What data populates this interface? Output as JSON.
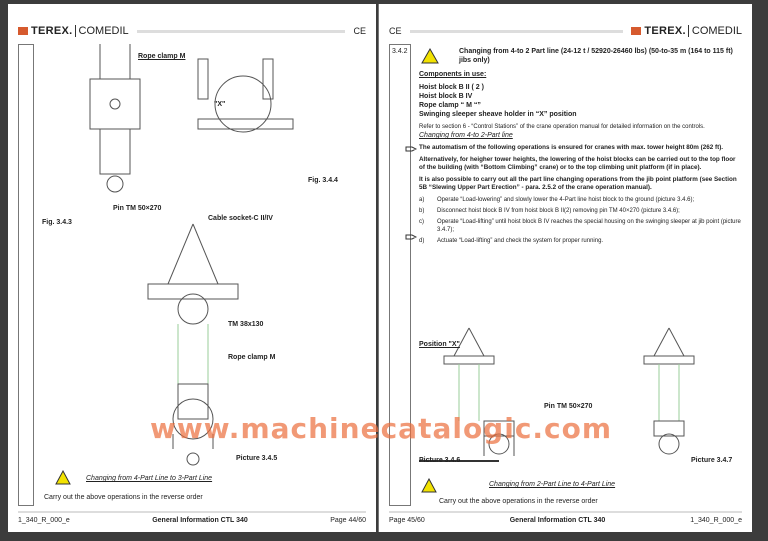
{
  "brand": {
    "terex": "TEREX.",
    "comedil": "COMEDIL",
    "ce": "CE"
  },
  "left": {
    "labels": {
      "rope_clamp_top": "Rope clamp M",
      "x_mark": "\"X\"",
      "fig344": "Fig. 3.4.4",
      "pin": "Pin TM 50×270",
      "fig343": "Fig. 3.4.3",
      "cable_socket": "Cable socket-C II/IV",
      "tm38": "TM 38x130",
      "rope_clamp_mid": "Rope clamp M",
      "picture": "Picture  3.4.5"
    },
    "changing_link": "Changing from 4-Part Line to 3-Part Line",
    "reverse": "Carry out the above operations in the reverse order",
    "footer": {
      "code": "1_340_R_000_e",
      "title": "General Information CTL 340",
      "page": "Page 44/60"
    }
  },
  "right": {
    "section_no": "3.4.2",
    "heading": "Changing from 4-to 2 Part line (24-12 t / 52920-26460 lbs) (50-to-35 m (164 to 115 ft) jibs only)",
    "components_title": "Components in use:",
    "components": [
      "Hoist block B II ( 2 )",
      "Hoist block B IV",
      "Rope clamp “ M “”",
      "Swinging sleeper sheave holder in “X” position"
    ],
    "refer": "Refer to section 6 - “Control Stations” of the crane operation manual for detailed information on the controls.",
    "sub_link": "Changing from 4-to 2-Part line",
    "p1": "The automatism of the following operations is ensured for cranes with max. tower height 80m (262 ft).",
    "p2": "Alternatively, for heigher tower heights, the lowering of the hoist blocks can be carried out to the top floor of the building (with “Bottom Climbing” crane) or to the top climbing unit platform (if in place).",
    "p3": "It is also possible to carry out all the part line changing operations from the jib point platform (see Section 5B “Slewing Upper Part Erection” - para. 2.5.2 of the crane operation manual).",
    "steps": [
      {
        "k": "a)",
        "t": "Operate “Load-lowering” and slowly lower the 4-Part line hoist block to the ground (picture 3.4.6);"
      },
      {
        "k": "b)",
        "t": "Disconnect hoist block B IV from hoist block B II(2) removing pin TM 40×270 (picture 3.4.6);"
      },
      {
        "k": "c)",
        "t": "Operate “Load-lifting” until hoist block B IV reaches the special housing on the swinging sleeper at jib point (picture 3.4.7);"
      },
      {
        "k": "d)",
        "t": "Actuate “Load-lifting” and check the system for proper running."
      }
    ],
    "labels": {
      "position_x": "Position \"X\"",
      "pin": "Pin TM 50×270",
      "pic346": "Picture 3.4.6",
      "pic347": "Picture 3.4.7"
    },
    "changing_link": "Changing from 2-Part Line to 4-Part Line",
    "reverse": "Carry out the above operations in the reverse order",
    "footer": {
      "page": "Page 45/60",
      "title": "General Information CTL 340",
      "code": "1_340_R_000_e"
    }
  },
  "watermark": "www.machinecatalogic.com"
}
